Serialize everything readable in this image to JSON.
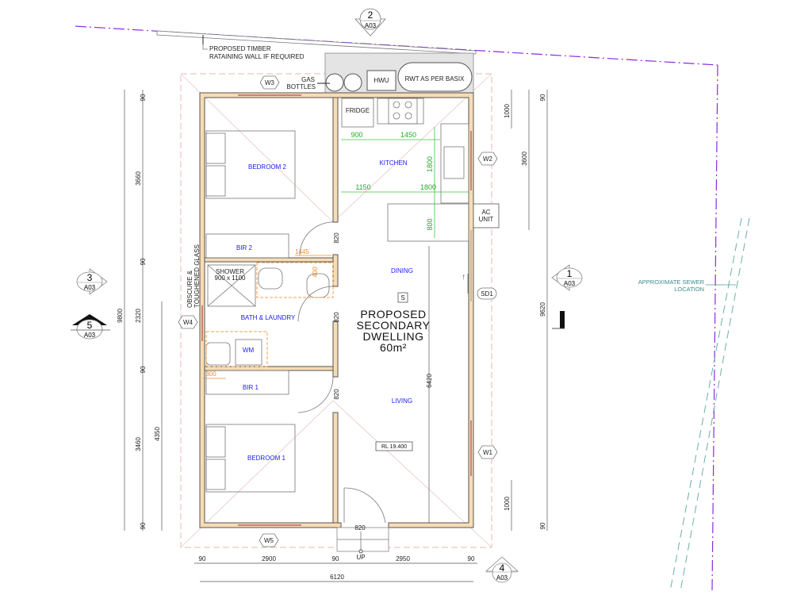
{
  "notes": {
    "retaining_wall": [
      "PROPOSED TIMBER",
      "RATAINING WALL IF REQUIRED"
    ],
    "gas_bottles": [
      "GAS",
      "BOTTLES"
    ],
    "hwu": "HWU",
    "rwt": "RWT AS PER BASIX",
    "fridge": "FRIDGE",
    "shower": [
      "SHOWER",
      "900 x 1100"
    ],
    "obscure_glass": [
      "OBSCURE &",
      "TOUGHENED GLASS"
    ],
    "ac_unit": [
      "AC",
      "UNIT"
    ],
    "sewer": [
      "APPROXIMATE SEWER",
      "LOCATION"
    ],
    "up": "UP",
    "rl": "RL 19.400",
    "s_marker": "S"
  },
  "title": [
    "PROPOSED",
    "SECONDARY",
    "DWELLING",
    "60m²"
  ],
  "rooms": {
    "bedroom2": "BEDROOM 2",
    "kitchen": "KITCHEN",
    "bir2": "BIR 2",
    "dining": "DINING",
    "bath": "BATH & LAUNDRY",
    "wm": "WM",
    "bir1": "BIR 1",
    "living": "LIVING",
    "bedroom1": "BEDROOM 1"
  },
  "windows": {
    "w1": "W1",
    "w2": "W2",
    "w3": "W3",
    "w4": "W4",
    "w5": "W5",
    "sd1": "SD1"
  },
  "sections": [
    {
      "num": "2",
      "sheet": "A03"
    },
    {
      "num": "3",
      "sheet": "A03"
    },
    {
      "num": "5",
      "sheet": "A03"
    },
    {
      "num": "1",
      "sheet": "A03"
    },
    {
      "num": "4",
      "sheet": "A03"
    }
  ],
  "dims": {
    "left": [
      "90",
      "3660",
      "90",
      "2320",
      "90",
      "3460",
      "90"
    ],
    "left_total": "9800",
    "left_partial": "4350",
    "right_total": "9620",
    "right_ends": [
      "90",
      "90"
    ],
    "right_3600": "3600",
    "right_1000": [
      "1000",
      "1000"
    ],
    "bottom": [
      "90",
      "2900",
      "90",
      "2950",
      "90"
    ],
    "bottom_total": "6120",
    "doors": [
      "820",
      "820",
      "820",
      "820"
    ],
    "living_6420": "6420",
    "kitchen": [
      "900",
      "1450",
      "1800",
      "1150",
      "1800",
      "800"
    ],
    "bath": [
      "1445",
      "400",
      "300"
    ]
  },
  "colors": {
    "boundary": "#8a2be2",
    "wall_fill": "#f7dcb4",
    "room_label": "#1a1aff",
    "kitchen_dim": "#2aa82a",
    "bath_dim": "#f08a2a",
    "sewer": "#4a9a9a"
  }
}
